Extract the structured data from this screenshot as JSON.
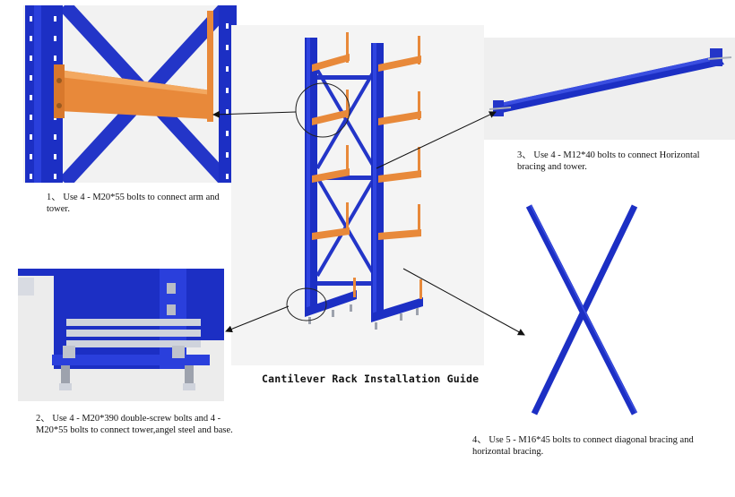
{
  "guide": {
    "title": "Cantilever Rack Installation Guide"
  },
  "steps": [
    {
      "number": "1、",
      "text": "Use 4 - M20*55 bolts to connect arm and tower."
    },
    {
      "number": "2、",
      "text": "Use 4 - M20*390 double-screw bolts and 4 - M20*55 bolts to connect tower,angel steel and base."
    },
    {
      "number": "3、",
      "text": "Use 4 - M12*40 bolts to connect Horizontal bracing and tower."
    },
    {
      "number": "4、",
      "text": "Use 5 - M16*45 bolts to connect diagonal bracing and horizontal bracing."
    }
  ],
  "colors": {
    "steel_blue": "#1c2fc4",
    "arm_orange": "#e8893a",
    "panel_bg": "#eeeeee"
  }
}
